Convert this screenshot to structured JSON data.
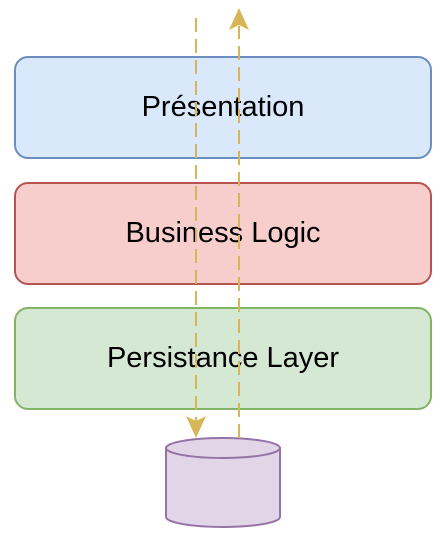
{
  "layers": [
    {
      "label": "Présentation",
      "fill": "#dae8fc",
      "stroke": "#6c8ebf"
    },
    {
      "label": "Business Logic",
      "fill": "#f8cecc",
      "stroke": "#b85450"
    },
    {
      "label": "Persistance Layer",
      "fill": "#d5e8d4",
      "stroke": "#82b366"
    }
  ],
  "database": {
    "fill": "#e1d5e7",
    "stroke": "#9673a6"
  },
  "flow_color": "#d6b656"
}
